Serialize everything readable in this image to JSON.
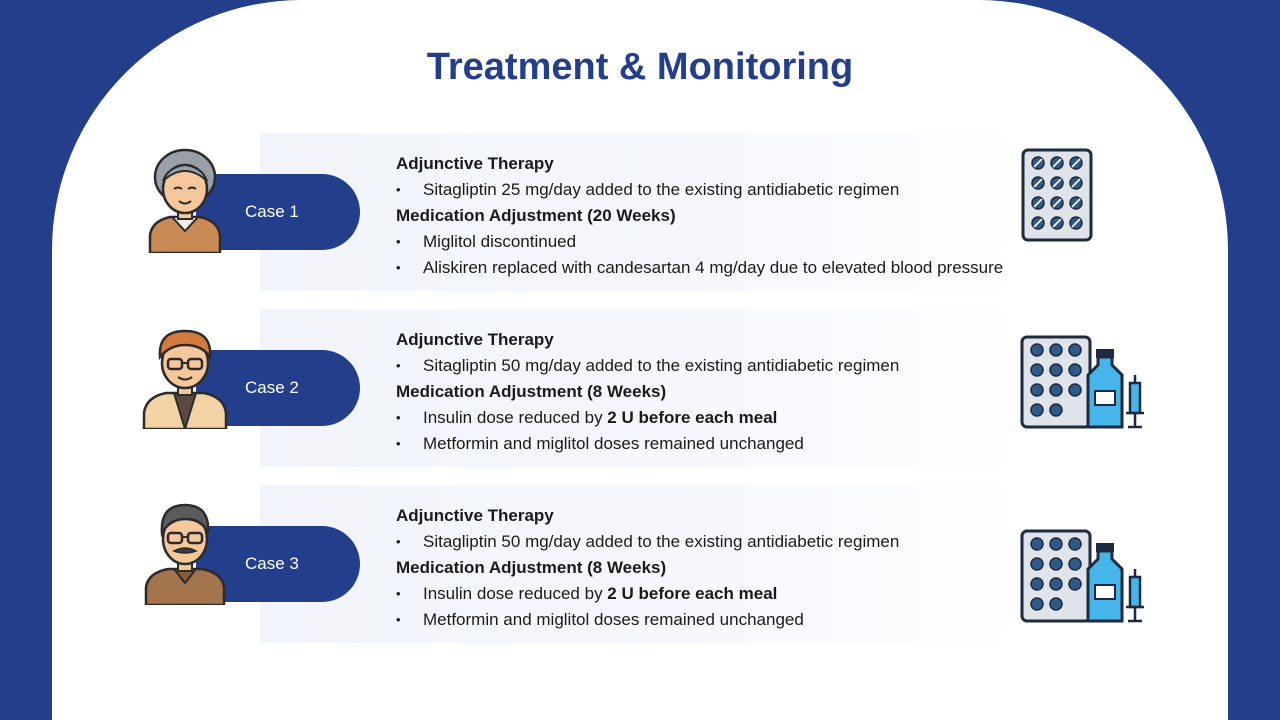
{
  "title": "Treatment & Monitoring",
  "colors": {
    "brand": "#233f8c",
    "panel": "#ffffff",
    "pill_blue": "#3fa9e0"
  },
  "cases": [
    {
      "label": "Case 1",
      "icon": "pill-blister-icon",
      "sections": [
        {
          "heading": "Adjunctive Therapy",
          "bullets": [
            {
              "text": "Sitagliptin 25 mg/day added to the existing antidiabetic regimen"
            }
          ]
        },
        {
          "heading": "Medication Adjustment (20 Weeks)",
          "bullets": [
            {
              "text": "Miglitol discontinued"
            },
            {
              "text": "Aliskiren replaced with candesartan 4 mg/day due to elevated blood pressure"
            }
          ]
        }
      ]
    },
    {
      "label": "Case 2",
      "icon": "pill-vial-syringe-icon",
      "sections": [
        {
          "heading": "Adjunctive Therapy",
          "bullets": [
            {
              "text": "Sitagliptin 50 mg/day added to the existing antidiabetic regimen"
            }
          ]
        },
        {
          "heading": "Medication Adjustment (8 Weeks)",
          "bullets": [
            {
              "text": "Insulin dose reduced by ",
              "bold": "2 U before each meal"
            },
            {
              "text": "Metformin and miglitol doses remained unchanged"
            }
          ]
        }
      ]
    },
    {
      "label": "Case 3",
      "icon": "pill-vial-syringe-icon",
      "sections": [
        {
          "heading": "Adjunctive Therapy",
          "bullets": [
            {
              "text": "Sitagliptin 50 mg/day added to the existing antidiabetic regimen"
            }
          ]
        },
        {
          "heading": "Medication Adjustment (8 Weeks)",
          "bullets": [
            {
              "text": "Insulin dose reduced by ",
              "bold": "2 U before each meal"
            },
            {
              "text": "Metformin and miglitol doses remained unchanged"
            }
          ]
        }
      ]
    }
  ]
}
